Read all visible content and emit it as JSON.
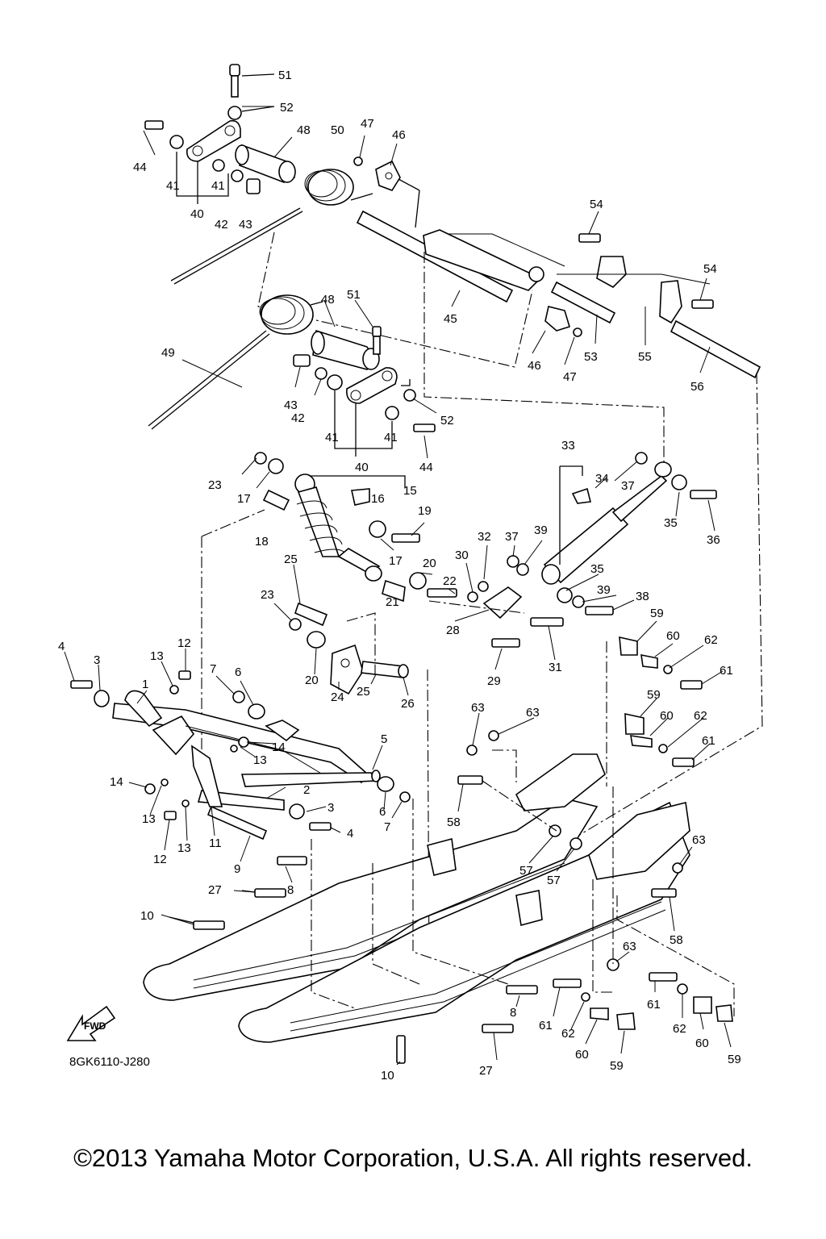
{
  "drawing_code": "8GK6110-J280",
  "fwd_label": "FWD",
  "copyright": "©2013 Yamaha Motor Corporation, U.S.A. All rights reserved.",
  "callouts": [
    "51",
    "52",
    "48",
    "50",
    "47",
    "46",
    "44",
    "41",
    "41",
    "40",
    "42",
    "43",
    "54",
    "54",
    "48",
    "51",
    "45",
    "46",
    "47",
    "53",
    "55",
    "56",
    "49",
    "43",
    "42",
    "41",
    "41",
    "40",
    "52",
    "44",
    "33",
    "34",
    "37",
    "23",
    "17",
    "15",
    "16",
    "35",
    "36",
    "19",
    "18",
    "17",
    "32",
    "37",
    "39",
    "25",
    "20",
    "30",
    "22",
    "35",
    "39",
    "38",
    "23",
    "21",
    "28",
    "20",
    "24",
    "25",
    "26",
    "29",
    "31",
    "59",
    "60",
    "62",
    "61",
    "4",
    "3",
    "13",
    "12",
    "1",
    "7",
    "6",
    "14",
    "5",
    "13",
    "59",
    "60",
    "62",
    "61",
    "63",
    "63",
    "14",
    "13",
    "12",
    "13",
    "11",
    "2",
    "3",
    "6",
    "7",
    "4",
    "58",
    "9",
    "8",
    "57",
    "57",
    "63",
    "27",
    "10",
    "58",
    "63",
    "8",
    "61",
    "62",
    "60",
    "59",
    "61",
    "62",
    "60",
    "59",
    "27",
    "10"
  ]
}
